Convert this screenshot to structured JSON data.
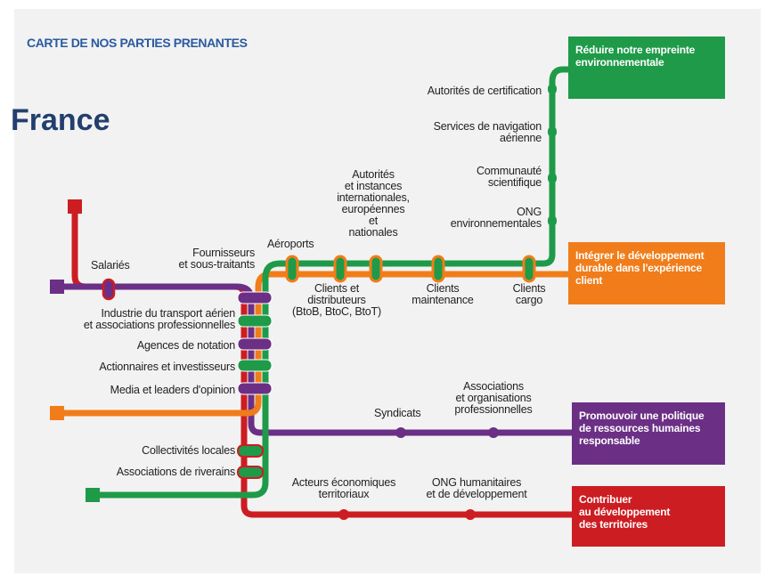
{
  "header": {
    "title": "CARTE DE NOS PARTIES PRENANTES",
    "country": "France"
  },
  "colors": {
    "green": "#1e9a48",
    "orange": "#f07d1a",
    "purple": "#6b2f86",
    "red": "#cc1d23",
    "background": "#f2f2f2"
  },
  "destinations": {
    "green": "Réduire notre empreinte\nenvironnementale",
    "orange": "Intégrer le développement\ndurable dans l'expérience\nclient",
    "purple": "Promouvoir une politique\nde ressources humaines\nresponsable",
    "red": "Contribuer\nau développement\ndes territoires"
  },
  "stations": {
    "salaries": "Salariés",
    "fournisseurs": "Fournisseurs\net sous-traitants",
    "industrie": "Industrie du transport aérien\net associations professionnelles",
    "agences": "Agences de notation",
    "actionnaires": "Actionnaires et investisseurs",
    "media": "Media et leaders d'opinion",
    "collectivites": "Collectivités locales",
    "riverains": "Associations de riverains",
    "aeroports": "Aéroports",
    "autorites_nat": "Autorités\net instances\ninternationales,\neuropéennes\net\nnationales",
    "clients_distrib": "Clients et\ndistributeurs\n(BtoB, BtoC, BtoT)",
    "clients_maint": "Clients\nmaintenance",
    "clients_cargo": "Clients\ncargo",
    "certification": "Autorités de certification",
    "navigation": "Services de navigation\naérienne",
    "communaute": "Communauté\nscientifique",
    "ong_env": "ONG\nenvironnementales",
    "syndicats": "Syndicats",
    "assoc_pro": "Associations\net organisations\nprofessionnelles",
    "acteurs": "Acteurs économiques\nterritoriaux",
    "ong_hum": "ONG humanitaires\net de développement"
  }
}
